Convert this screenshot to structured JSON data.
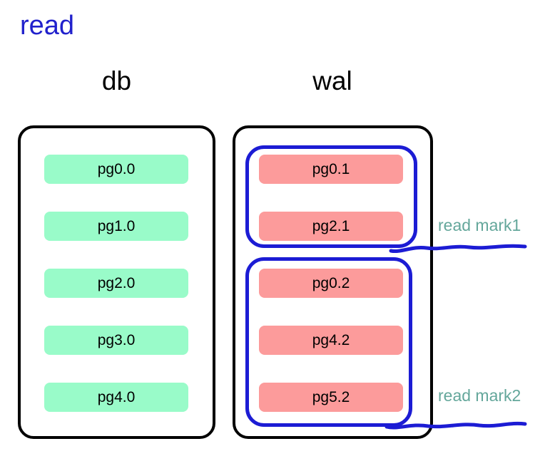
{
  "title": "read",
  "db": {
    "label": "db",
    "pages": [
      "pg0.0",
      "pg1.0",
      "pg2.0",
      "pg3.0",
      "pg4.0"
    ]
  },
  "wal": {
    "label": "wal",
    "pages": [
      "pg0.1",
      "pg2.1",
      "pg0.2",
      "pg4.2",
      "pg5.2"
    ]
  },
  "wal_groups": [
    {
      "pages": [
        "pg0.1",
        "pg2.1"
      ],
      "mark": "read mark1"
    },
    {
      "pages": [
        "pg0.2",
        "pg4.2",
        "pg5.2"
      ],
      "mark": "read mark2"
    }
  ],
  "colors": {
    "title_blue": "#2121cc",
    "db_page_fill": "#99fbc9",
    "wal_page_fill": "#fc9b9b",
    "group_blue": "#1c1cd4",
    "mark_teal": "#64a79b",
    "container_border": "#000000"
  }
}
